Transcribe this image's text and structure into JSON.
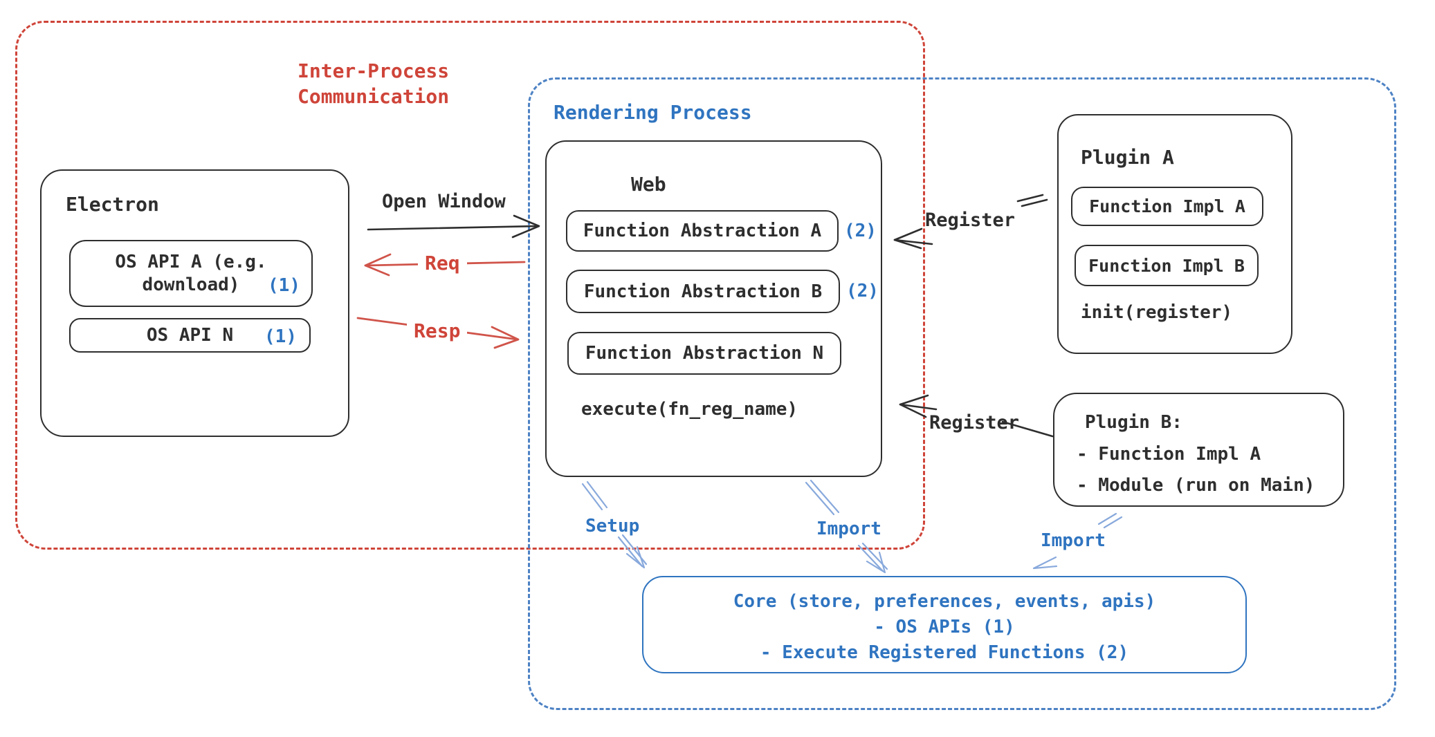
{
  "colors": {
    "red": "#cf4439",
    "blue": "#2f74c0",
    "blue_arrow": "#88a9dc",
    "blue_dash": "#4d82c4",
    "black": "#2e2e2e",
    "background": "#ffffff"
  },
  "groups": {
    "ipc": {
      "label": "Inter-Process\nCommunication"
    },
    "rendering": {
      "label": "Rendering Process"
    }
  },
  "electron": {
    "title": "Electron",
    "items": [
      {
        "label": "OS API A (e.g. download)",
        "badge": "(1)"
      },
      {
        "label": "OS API N",
        "badge": "(1)"
      }
    ]
  },
  "web": {
    "title": "Web",
    "items": [
      {
        "label": "Function Abstraction A",
        "badge": "(2)"
      },
      {
        "label": "Function Abstraction B",
        "badge": "(2)"
      },
      {
        "label": "Function Abstraction N",
        "badge": ""
      }
    ],
    "footer": "execute(fn_reg_name)"
  },
  "plugin_a": {
    "title": "Plugin A",
    "items": [
      "Function Impl A",
      "Function Impl B"
    ],
    "footer": "init(register)"
  },
  "plugin_b": {
    "title": "Plugin B:",
    "lines": [
      "- Function Impl A",
      "- Module (run on Main)"
    ]
  },
  "core": {
    "lines": [
      "Core (store, preferences, events, apis)",
      "- OS APIs (1)",
      "- Execute Registered Functions (2)"
    ]
  },
  "arrows": {
    "open_window": "Open Window",
    "req": "Req",
    "resp": "Resp",
    "register_top": "Register",
    "register_bottom": "Register",
    "setup": "Setup",
    "import_mid": "Import",
    "import_right": "Import"
  }
}
